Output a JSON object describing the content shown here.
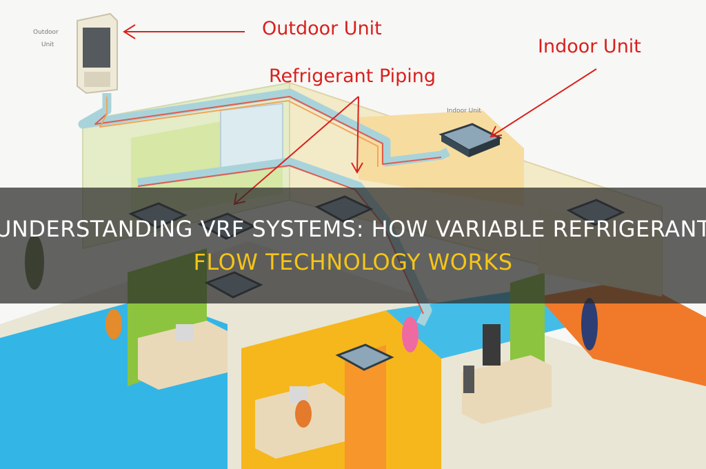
{
  "diagram": {
    "callouts": {
      "outdoor_unit": "Outdoor Unit",
      "indoor_unit": "Indoor Unit",
      "refrigerant_piping": "Refrigerant Piping"
    },
    "small_labels": {
      "outdoor_line1": "Outdoor",
      "outdoor_line2": "Unit",
      "indoor": "Indoor Unit"
    }
  },
  "banner": {
    "line1": "UNDERSTANDING VRF SYSTEMS: HOW VARIABLE REFRIGERANT",
    "line2": "FLOW TECHNOLOGY WORKS"
  },
  "colors": {
    "callout_text": "#d8201d",
    "arrow": "#d8201d",
    "banner_text_primary": "#ffffff",
    "banner_text_accent": "#f5c518",
    "pipe_fill": "#a9d3da",
    "floor_blue": "#33b5e6",
    "floor_orange": "#f07a2a",
    "floor_yellow": "#f6b71c",
    "floor_green": "#8cc43f",
    "wall_cream": "#f3eac8"
  }
}
